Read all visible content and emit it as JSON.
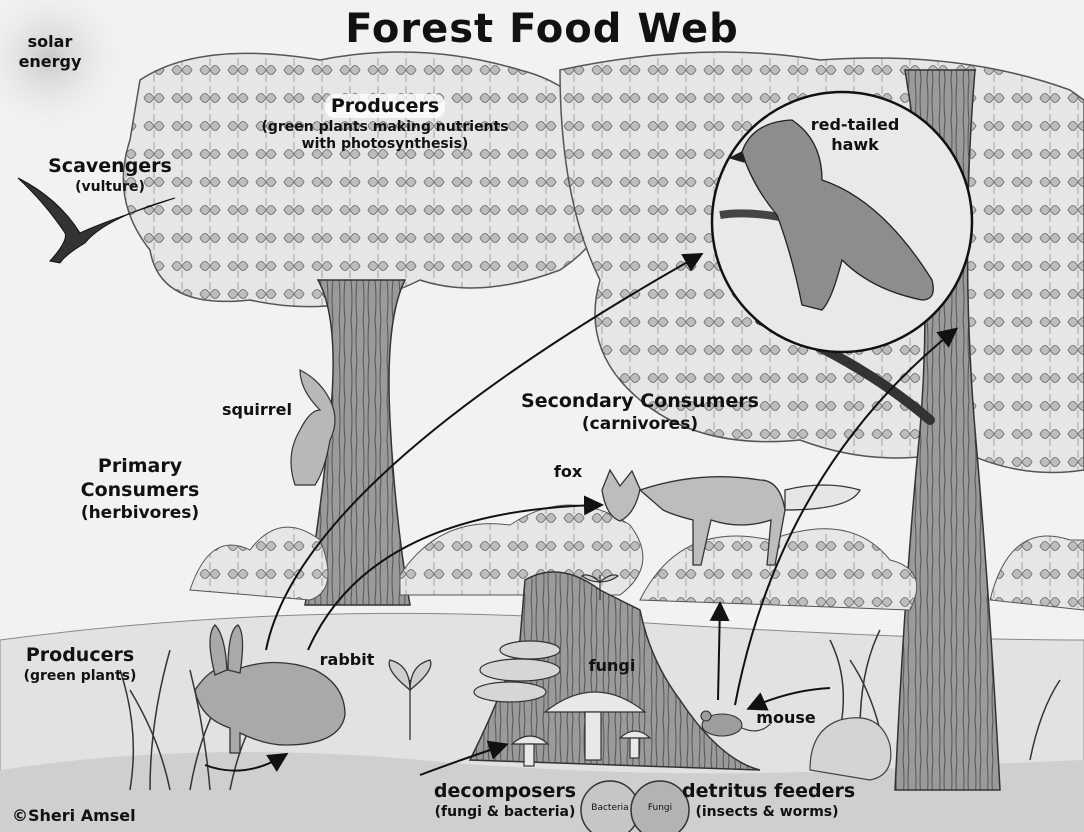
{
  "title": "Forest Food Web",
  "labels": {
    "solar": "solar energy",
    "producers_top": "Producers",
    "producers_top_sub1": "(green plants making nutrients",
    "producers_top_sub2": "with photosynthesis)",
    "scavengers": "Scavengers",
    "scavengers_sub": "(vulture)",
    "hawk1": "red-tailed",
    "hawk2": "hawk",
    "squirrel": "squirrel",
    "secondary": "Secondary Consumers",
    "secondary_sub": "(carnivores)",
    "primary1": "Primary",
    "primary2": "Consumers",
    "primary_sub": "(herbivores)",
    "fox": "fox",
    "producers_bottom": "Producers",
    "producers_bottom_sub": "(green plants)",
    "rabbit": "rabbit",
    "fungi": "fungi",
    "mouse": "mouse",
    "decomposers": "decomposers",
    "decomposers_sub": "(fungi & bacteria)",
    "detritus": "detritus feeders",
    "detritus_sub": "(insects & worms)",
    "bacteria_tag": "Bacteria",
    "fungi_tag": "Fungi",
    "credit": "©Sheri Amsel"
  },
  "colors": {
    "background": "#f2f2f2",
    "ink": "#111111",
    "foliage": "#d9d9d9",
    "trunk": "#8a8a8a"
  }
}
